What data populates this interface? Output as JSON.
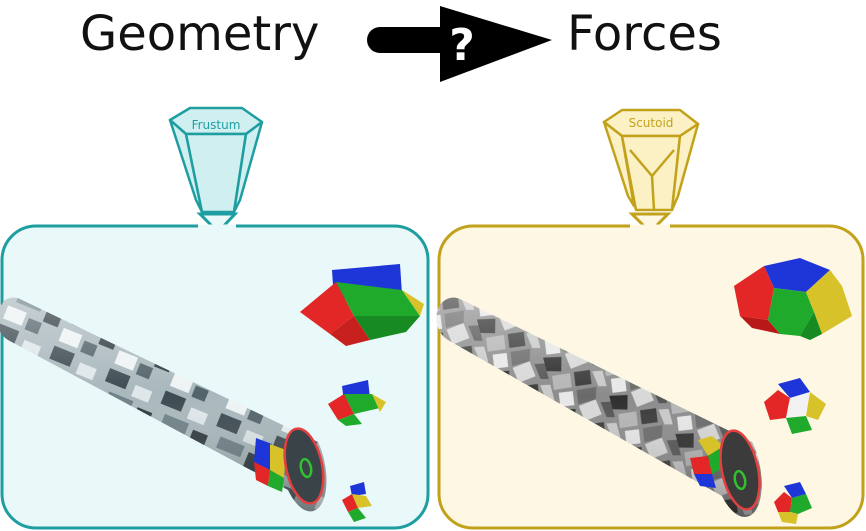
{
  "header": {
    "left_label": "Geometry",
    "arrow_symbol": "?",
    "right_label": "Forces"
  },
  "panels": {
    "left": {
      "shape_label": "Frustum",
      "accent": "#1f9ea2",
      "fill": "#e9f8f8",
      "icon_fill": "#cfeff0"
    },
    "right": {
      "shape_label": "Scutoid",
      "accent": "#c3a21b",
      "fill": "#fdf7e3",
      "icon_fill": "#fbf1c4"
    }
  },
  "cell_colors": {
    "red": "#e32626",
    "blue": "#1e36d8",
    "green": "#1faa2c",
    "yellow": "#d8c22a",
    "ring": "#e34040",
    "inner_ring": "#2fc12f"
  }
}
